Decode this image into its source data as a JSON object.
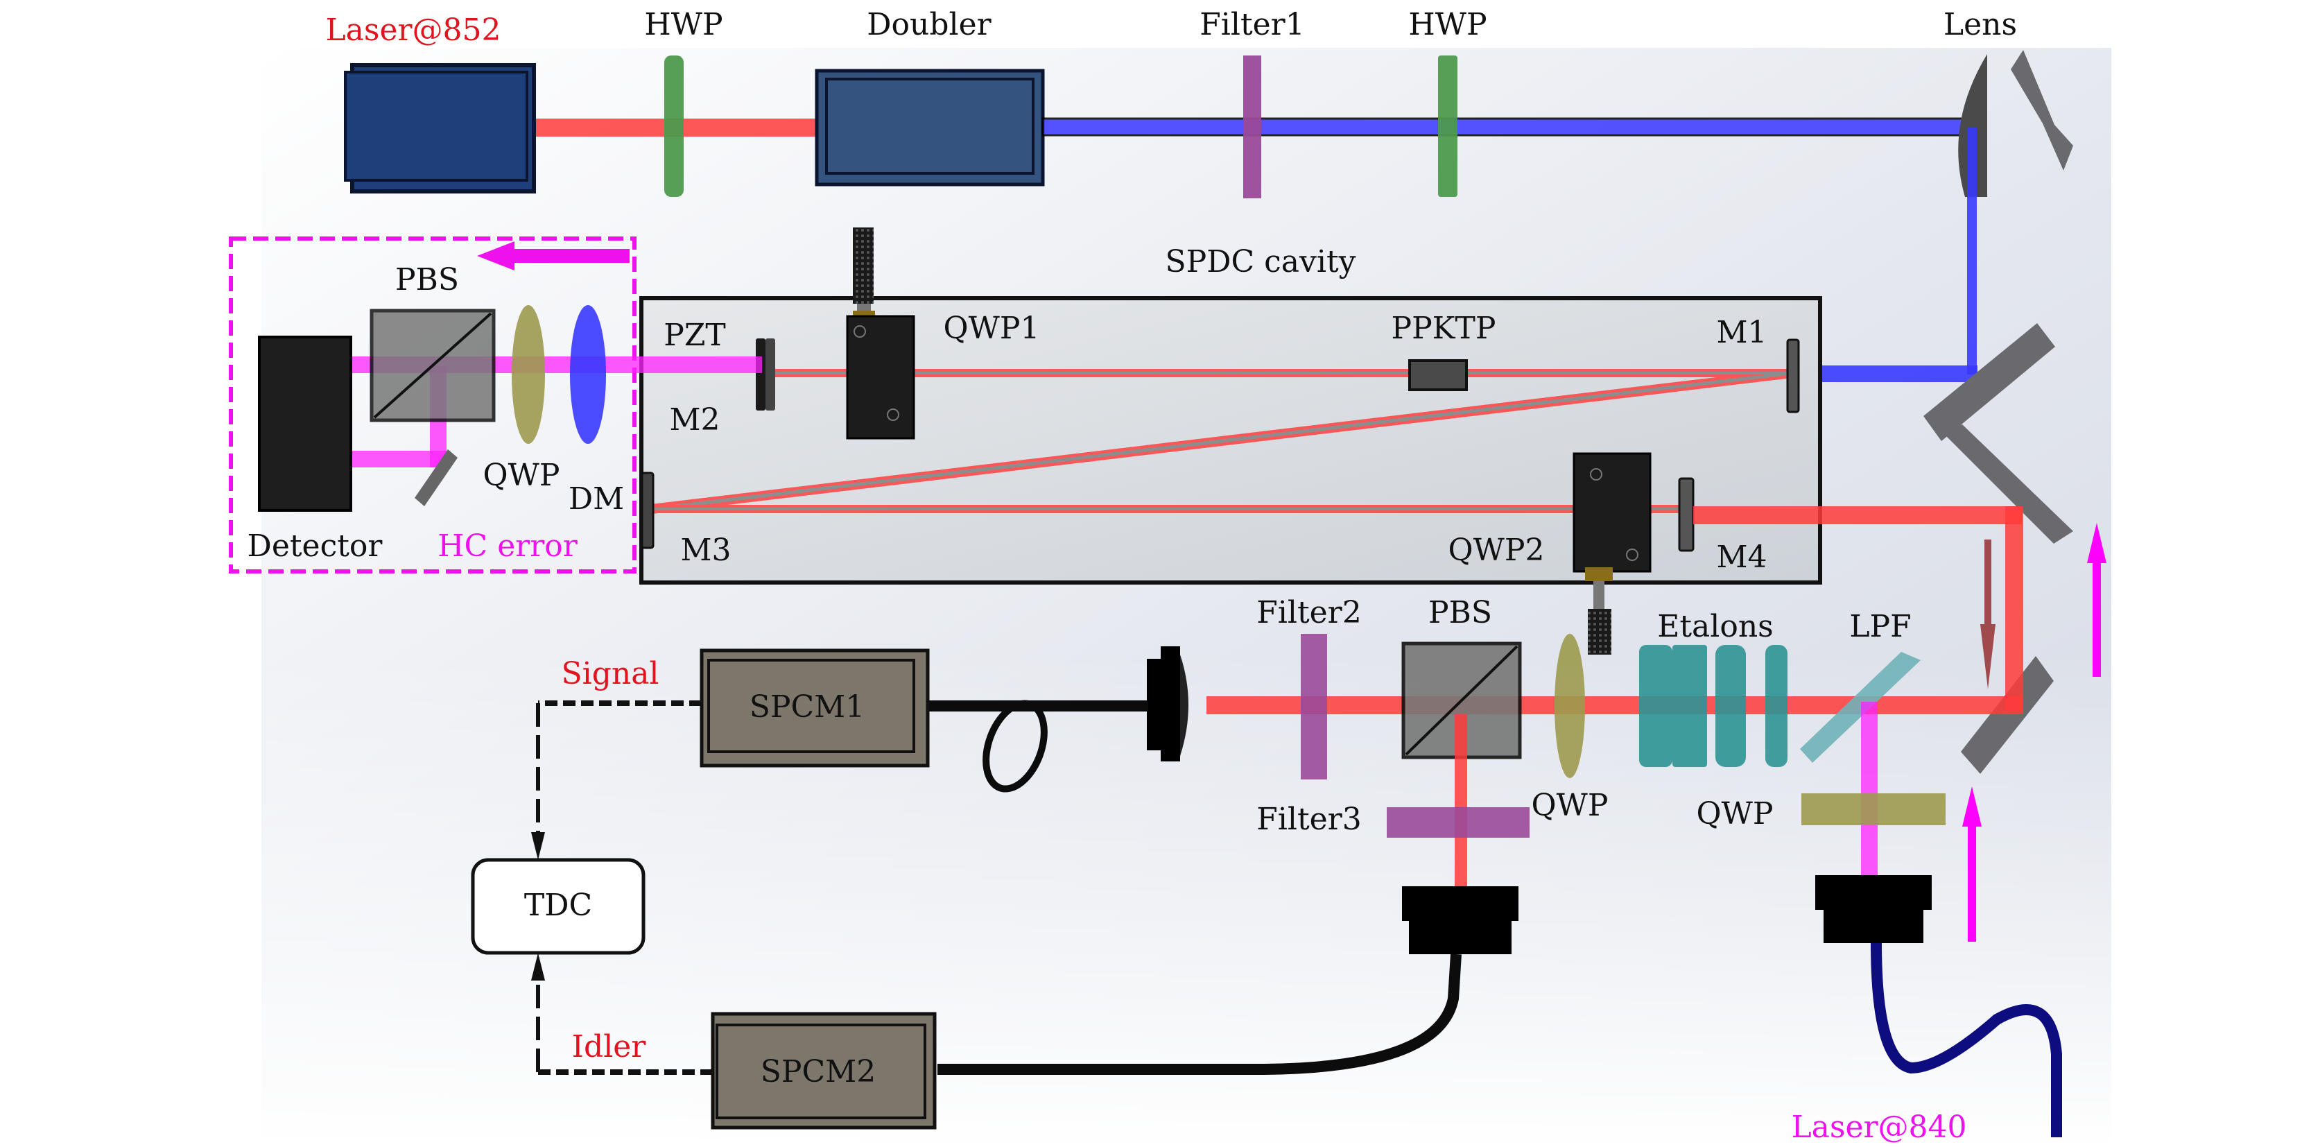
{
  "figure": {
    "title": "Optical setup: SPDC cavity with Hänsch–Couillaud locking and signal/idler coincidence detection",
    "colors": {
      "beam_852": "#ff3b3b",
      "beam_426": "#3838ff",
      "beam_840": "#ff22ff",
      "hwp": "#4e9a4e",
      "filter": "#9a4a9a",
      "qwp": "#9c9a4e",
      "etalon": "#2e9494",
      "laser_box": "#1e3f7a",
      "doubler_box": "#34537e",
      "spcm_box": "#7d766b",
      "mirror": "#6a6a6e",
      "hc_box": "#ee11ee"
    }
  },
  "labels": {
    "laser852": "Laser@852",
    "hwp1": "HWP",
    "doubler": "Doubler",
    "filter1": "Filter1",
    "hwp2": "HWP",
    "lens": "Lens",
    "spdc_cavity": "SPDC cavity",
    "pbs_hc": "PBS",
    "pzt": "PZT",
    "qwp1": "QWP1",
    "ppktp": "PPKTP",
    "m1": "M1",
    "m2": "M2",
    "qwp_hc": "QWP",
    "dm": "DM",
    "m3": "M3",
    "detector": "Detector",
    "hc_error": "HC error",
    "qwp2": "QWP2",
    "m4": "M4",
    "signal": "Signal",
    "spcm1": "SPCM1",
    "filter2": "Filter2",
    "pbs_det": "PBS",
    "etalons": "Etalons",
    "lpf": "LPF",
    "filter3": "Filter3",
    "qwp_det": "QWP",
    "qwp_lpf": "QWP",
    "tdc": "TDC",
    "idler": "Idler",
    "spcm2": "SPCM2",
    "laser840": "Laser@840"
  }
}
